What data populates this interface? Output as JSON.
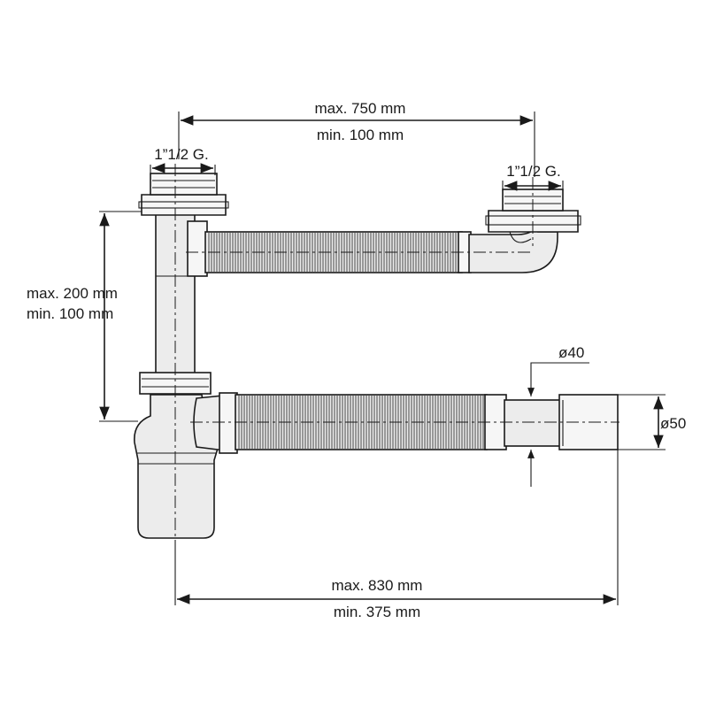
{
  "diagram": {
    "top_span": {
      "max": "max. 750 mm",
      "min": "min.  100 mm"
    },
    "thread_left": "1”1/2 G.",
    "thread_right": "1”1/2 G.",
    "height_span": {
      "max": "max. 200 mm",
      "min": "min.  100 mm"
    },
    "inner_diameter": "ø40",
    "outer_diameter": "ø50",
    "bottom_span": {
      "max": "max. 830 mm",
      "min": "min.  375 mm"
    }
  }
}
